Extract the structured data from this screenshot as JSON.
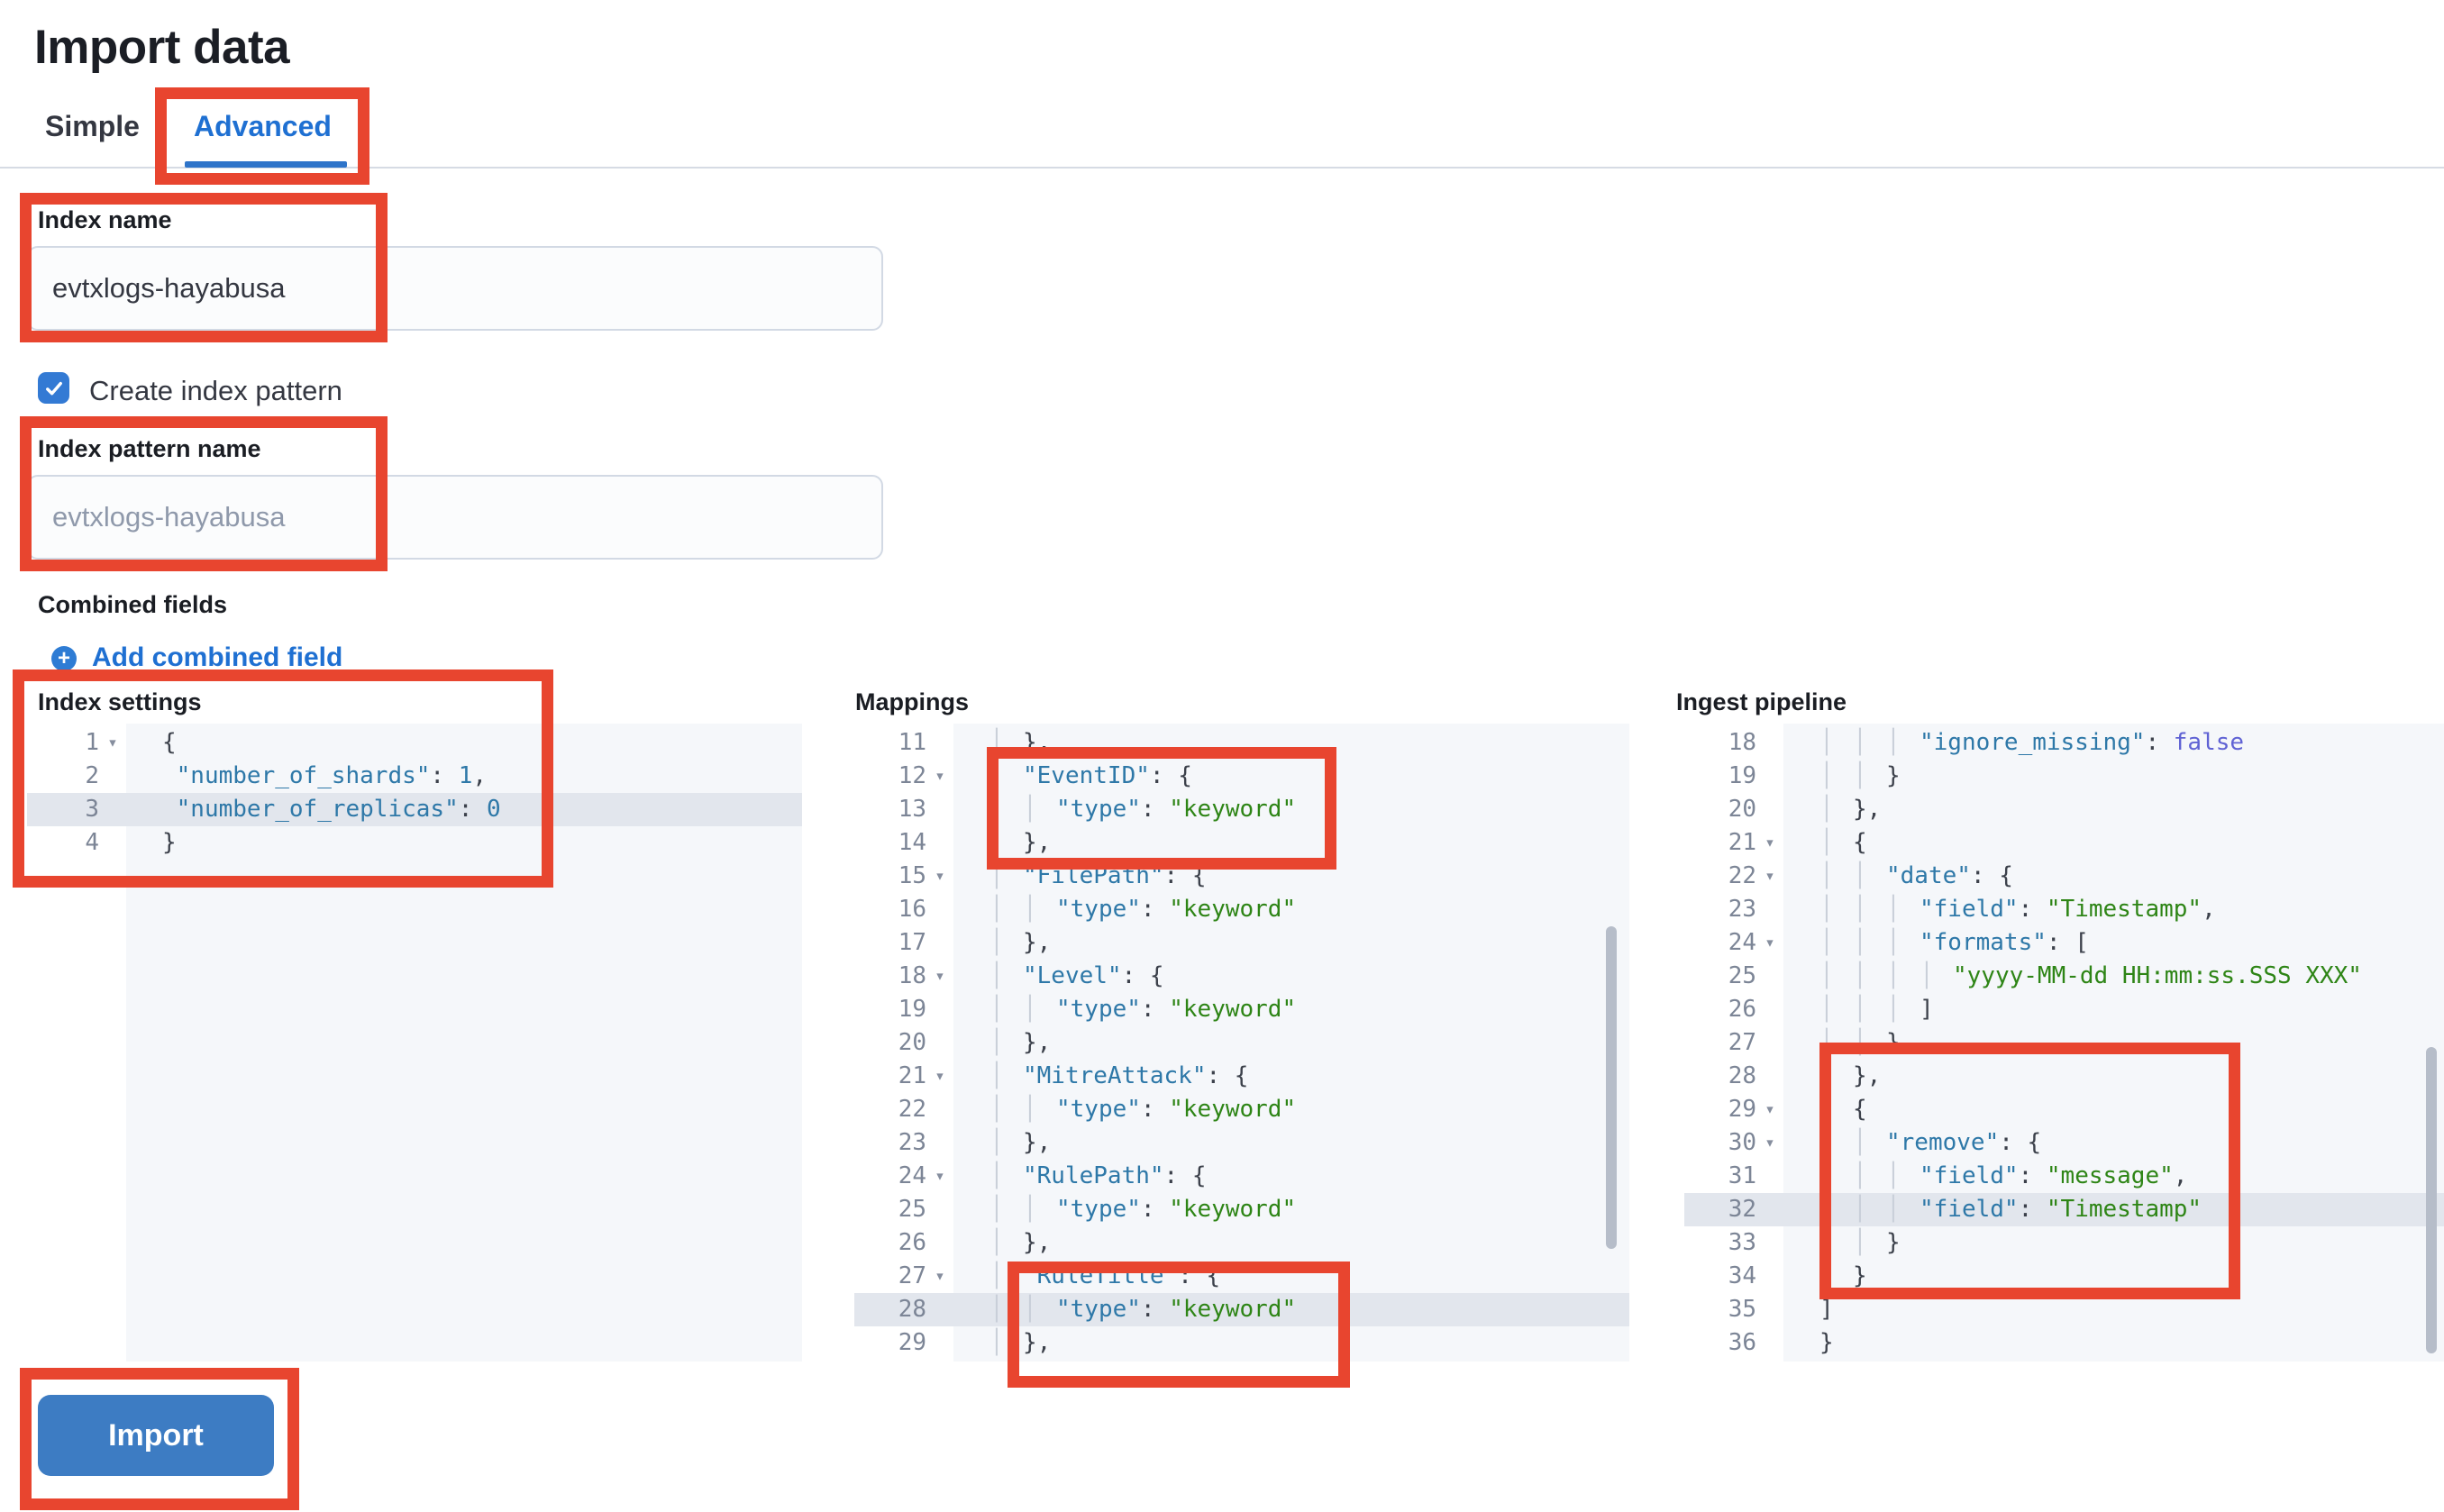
{
  "page": {
    "title": "Import data"
  },
  "tabs": [
    {
      "label": "Simple",
      "active": false
    },
    {
      "label": "Advanced",
      "active": true
    }
  ],
  "form": {
    "index_name": {
      "label": "Index name",
      "value": "evtxlogs-hayabusa"
    },
    "create_index_pattern": {
      "label": "Create index pattern",
      "checked": true
    },
    "index_pattern_name": {
      "label": "Index pattern name",
      "placeholder": "evtxlogs-hayabusa"
    },
    "combined_fields": {
      "label": "Combined fields",
      "add_link_label": "Add combined field",
      "add_icon": "plus-in-circle-icon"
    }
  },
  "actions": {
    "import_label": "Import"
  },
  "colors": {
    "annotation": "#e8452f",
    "link_blue": "#1f70d2",
    "checkbox_blue": "#337ad4",
    "button_blue": "#3d7cc3",
    "code_key": "#2e78a8",
    "code_string": "#2e8516",
    "code_bool": "#5f62d4",
    "code_highlight_row": "#e2e6ed"
  },
  "editors": {
    "index_settings": {
      "label": "Index settings",
      "lines": [
        {
          "n": 1,
          "f": 1,
          "g": 0,
          "t": [
            [
              "p",
              "{"
            ]
          ]
        },
        {
          "n": 2,
          "g": 0,
          "t": [
            [
              "sp",
              " "
            ],
            [
              "k",
              "\"number_of_shards\""
            ],
            [
              "p",
              ": "
            ],
            [
              "num",
              "1"
            ],
            [
              "p",
              ","
            ]
          ]
        },
        {
          "n": 3,
          "g": 0,
          "hl": 1,
          "t": [
            [
              "sp",
              " "
            ],
            [
              "k",
              "\"number_of_replicas\""
            ],
            [
              "p",
              ": "
            ],
            [
              "num",
              "0"
            ]
          ]
        },
        {
          "n": 4,
          "g": 0,
          "t": [
            [
              "p",
              "}"
            ]
          ]
        }
      ]
    },
    "mappings": {
      "label": "Mappings",
      "lines": [
        {
          "n": 11,
          "g": 1,
          "t": [
            [
              "p",
              "},"
            ]
          ]
        },
        {
          "n": 12,
          "f": 1,
          "g": 1,
          "t": [
            [
              "k",
              "\"EventID\""
            ],
            [
              "p",
              ": {"
            ]
          ]
        },
        {
          "n": 13,
          "g": 2,
          "t": [
            [
              "k",
              "\"type\""
            ],
            [
              "p",
              ": "
            ],
            [
              "s",
              "\"keyword\""
            ]
          ]
        },
        {
          "n": 14,
          "g": 1,
          "t": [
            [
              "p",
              "},"
            ]
          ]
        },
        {
          "n": 15,
          "f": 1,
          "g": 1,
          "t": [
            [
              "k",
              "\"FilePath\""
            ],
            [
              "p",
              ": {"
            ]
          ]
        },
        {
          "n": 16,
          "g": 2,
          "t": [
            [
              "k",
              "\"type\""
            ],
            [
              "p",
              ": "
            ],
            [
              "s",
              "\"keyword\""
            ]
          ]
        },
        {
          "n": 17,
          "g": 1,
          "t": [
            [
              "p",
              "},"
            ]
          ]
        },
        {
          "n": 18,
          "f": 1,
          "g": 1,
          "t": [
            [
              "k",
              "\"Level\""
            ],
            [
              "p",
              ": {"
            ]
          ]
        },
        {
          "n": 19,
          "g": 2,
          "t": [
            [
              "k",
              "\"type\""
            ],
            [
              "p",
              ": "
            ],
            [
              "s",
              "\"keyword\""
            ]
          ]
        },
        {
          "n": 20,
          "g": 1,
          "t": [
            [
              "p",
              "},"
            ]
          ]
        },
        {
          "n": 21,
          "f": 1,
          "g": 1,
          "t": [
            [
              "k",
              "\"MitreAttack\""
            ],
            [
              "p",
              ": {"
            ]
          ]
        },
        {
          "n": 22,
          "g": 2,
          "t": [
            [
              "k",
              "\"type\""
            ],
            [
              "p",
              ": "
            ],
            [
              "s",
              "\"keyword\""
            ]
          ]
        },
        {
          "n": 23,
          "g": 1,
          "t": [
            [
              "p",
              "},"
            ]
          ]
        },
        {
          "n": 24,
          "f": 1,
          "g": 1,
          "t": [
            [
              "k",
              "\"RulePath\""
            ],
            [
              "p",
              ": {"
            ]
          ]
        },
        {
          "n": 25,
          "g": 2,
          "t": [
            [
              "k",
              "\"type\""
            ],
            [
              "p",
              ": "
            ],
            [
              "s",
              "\"keyword\""
            ]
          ]
        },
        {
          "n": 26,
          "g": 1,
          "t": [
            [
              "p",
              "},"
            ]
          ]
        },
        {
          "n": 27,
          "f": 1,
          "g": 1,
          "t": [
            [
              "k",
              "\"RuleTitle\""
            ],
            [
              "p",
              ": {"
            ]
          ]
        },
        {
          "n": 28,
          "g": 2,
          "hl": 1,
          "t": [
            [
              "k",
              "\"type\""
            ],
            [
              "p",
              ": "
            ],
            [
              "s",
              "\"keyword\""
            ]
          ]
        },
        {
          "n": 29,
          "g": 1,
          "t": [
            [
              "p",
              "},"
            ]
          ]
        }
      ]
    },
    "ingest_pipeline": {
      "label": "Ingest pipeline",
      "lines": [
        {
          "n": 18,
          "g": 3,
          "t": [
            [
              "k",
              "\"ignore_missing\""
            ],
            [
              "p",
              ": "
            ],
            [
              "b",
              "false"
            ]
          ]
        },
        {
          "n": 19,
          "g": 2,
          "t": [
            [
              "p",
              "}"
            ]
          ]
        },
        {
          "n": 20,
          "g": 1,
          "t": [
            [
              "p",
              "},"
            ]
          ]
        },
        {
          "n": 21,
          "f": 1,
          "g": 1,
          "t": [
            [
              "p",
              "{"
            ]
          ]
        },
        {
          "n": 22,
          "f": 1,
          "g": 2,
          "t": [
            [
              "k",
              "\"date\""
            ],
            [
              "p",
              ": {"
            ]
          ]
        },
        {
          "n": 23,
          "g": 3,
          "t": [
            [
              "k",
              "\"field\""
            ],
            [
              "p",
              ": "
            ],
            [
              "s",
              "\"Timestamp\""
            ],
            [
              "p",
              ","
            ]
          ]
        },
        {
          "n": 24,
          "f": 1,
          "g": 3,
          "t": [
            [
              "k",
              "\"formats\""
            ],
            [
              "p",
              ": ["
            ]
          ]
        },
        {
          "n": 25,
          "g": 4,
          "t": [
            [
              "s",
              "\"yyyy-MM-dd HH:mm:ss.SSS XXX\""
            ]
          ]
        },
        {
          "n": 26,
          "g": 3,
          "t": [
            [
              "p",
              "]"
            ]
          ]
        },
        {
          "n": 27,
          "g": 2,
          "t": [
            [
              "p",
              "}"
            ]
          ]
        },
        {
          "n": 28,
          "g": 1,
          "t": [
            [
              "p",
              "},"
            ]
          ]
        },
        {
          "n": 29,
          "f": 1,
          "g": 1,
          "t": [
            [
              "p",
              "{"
            ]
          ]
        },
        {
          "n": 30,
          "f": 1,
          "g": 2,
          "t": [
            [
              "k",
              "\"remove\""
            ],
            [
              "p",
              ": {"
            ]
          ]
        },
        {
          "n": 31,
          "g": 3,
          "t": [
            [
              "k",
              "\"field\""
            ],
            [
              "p",
              ": "
            ],
            [
              "s",
              "\"message\""
            ],
            [
              "p",
              ","
            ]
          ]
        },
        {
          "n": 32,
          "g": 3,
          "hl": 1,
          "t": [
            [
              "k",
              "\"field\""
            ],
            [
              "p",
              ": "
            ],
            [
              "s",
              "\"Timestamp\""
            ]
          ]
        },
        {
          "n": 33,
          "g": 2,
          "t": [
            [
              "p",
              "}"
            ]
          ]
        },
        {
          "n": 34,
          "g": 1,
          "t": [
            [
              "p",
              "}"
            ]
          ]
        },
        {
          "n": 35,
          "g": 0,
          "t": [
            [
              "p",
              "]"
            ]
          ]
        },
        {
          "n": 36,
          "g": 0,
          "t": [
            [
              "p",
              "}"
            ]
          ]
        }
      ]
    }
  }
}
